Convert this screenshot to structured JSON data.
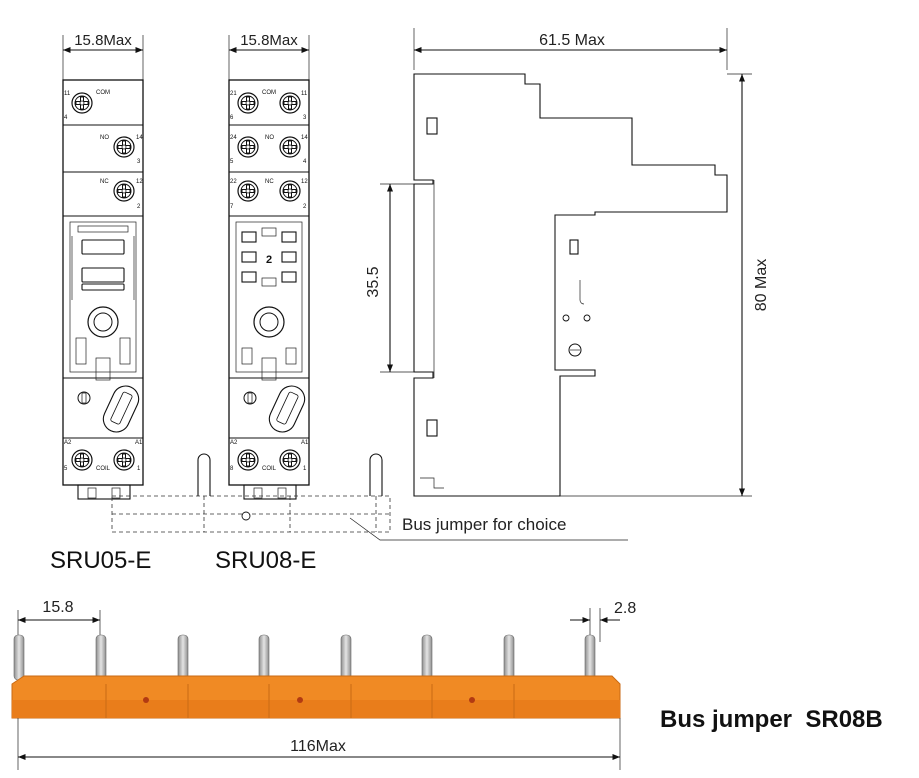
{
  "dimensions": {
    "sru05_width": "15.8Max",
    "sru08_width": "15.8Max",
    "depth": "61.5 Max",
    "height": "80 Max",
    "rail": "35.5",
    "pitch": "15.8",
    "pin": "2.8",
    "length": "116Max"
  },
  "models": {
    "sru05": "SRU05-E",
    "sru08": "SRU08-E"
  },
  "callout": "Bus jumper for choice",
  "jumper_title": "Bus jumper  SR08B",
  "sru05_terminals": {
    "com": "COM",
    "no": "NO",
    "nc": "NC",
    "coil": "COIL",
    "t11": "11",
    "t4": "4",
    "t14": "14",
    "t3": "3",
    "t12": "12",
    "t2": "2",
    "a2": "A2",
    "a1": "A1",
    "t5": "5",
    "t1": "1"
  },
  "sru08_terminals": {
    "com": "COM",
    "no": "NO",
    "nc": "NC",
    "coil": "COIL",
    "t21": "21",
    "t6": "6",
    "t11": "11",
    "t3": "3",
    "t24": "24",
    "t5": "5",
    "t14": "14",
    "t4": "4",
    "t22": "22",
    "t7": "7",
    "t12": "12",
    "t2": "2",
    "a2": "A2",
    "a1": "A1",
    "t8": "8",
    "t1": "1",
    "center_mark": "2"
  },
  "colors": {
    "jumper_orange": "#f08a24",
    "jumper_shadow": "#d8701a",
    "pin_metal": "#b9b9b9",
    "hole": "#b23a12"
  }
}
